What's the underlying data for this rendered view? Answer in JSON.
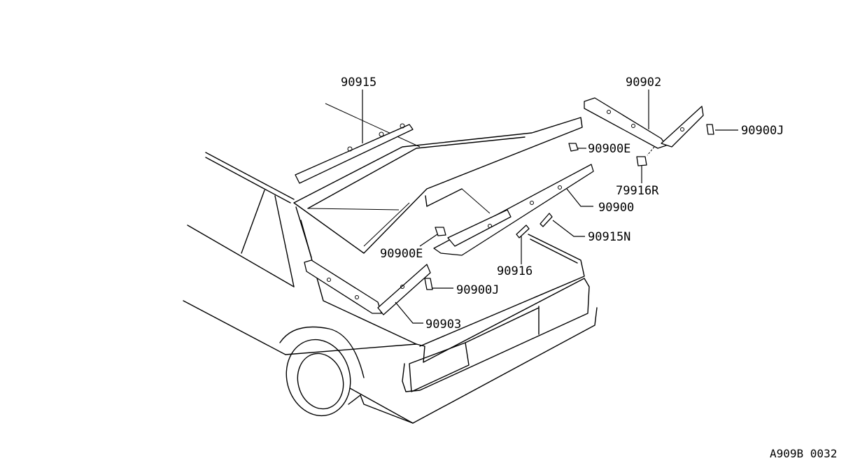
{
  "labels": {
    "p90915": "90915",
    "p90902": "90902",
    "p90900J_top": "90900J",
    "p90900E_top": "90900E",
    "p79916R": "79916R",
    "p90900": "90900",
    "p90915N": "90915N",
    "p90900E_left": "90900E",
    "p90916": "90916",
    "p90900J_left": "90900J",
    "p90903": "90903"
  },
  "reference_code": "A909B 0032"
}
